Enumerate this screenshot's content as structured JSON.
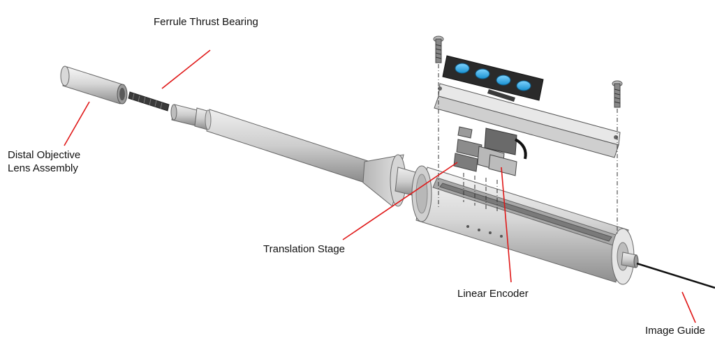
{
  "labels": {
    "ferrule": "Ferrule Thrust Bearing",
    "distal_line1": "Distal Objective",
    "distal_line2": "Lens Assembly",
    "translation": "Translation Stage",
    "encoder": "Linear Encoder",
    "image_guide": "Image Guide"
  },
  "colors": {
    "leader": "#e01818",
    "metal": "#c8c8c8",
    "button": "#2aa8e8",
    "plate": "#2a2a2a"
  }
}
